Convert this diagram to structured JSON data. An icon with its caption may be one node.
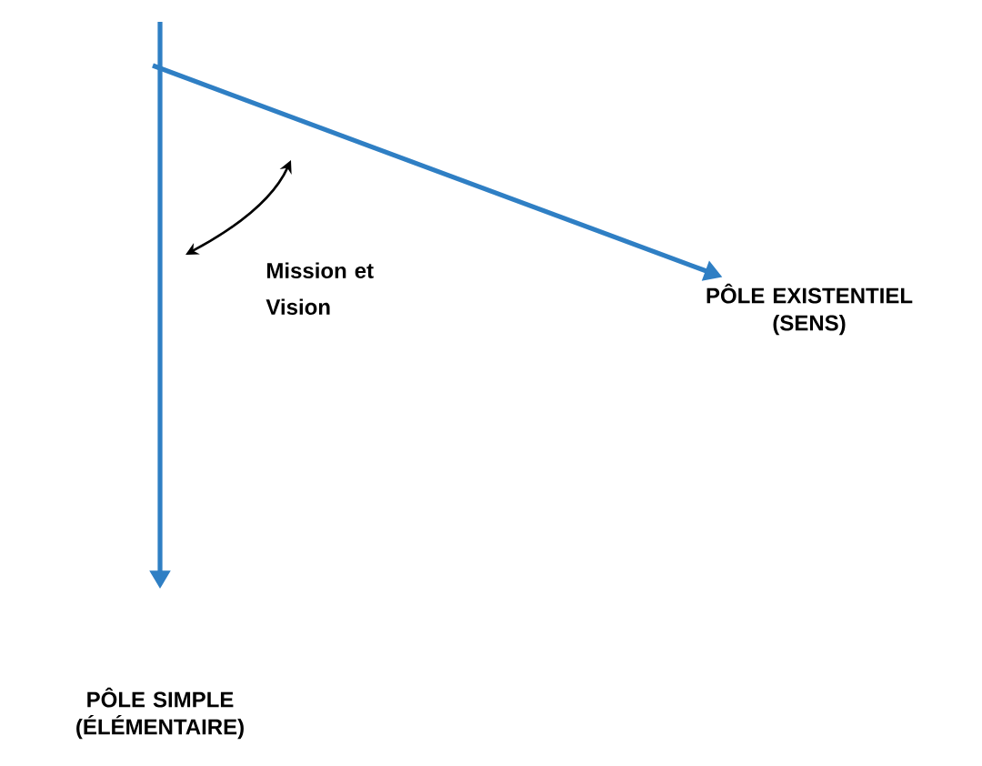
{
  "diagram": {
    "nodes": [
      {
        "text": [
          "PÔLE EXISTENTIEL (SENS)"
        ]
      },
      {
        "text": [
          "PÔLE SIMPLE (ÉLÉMENTAIRE)"
        ]
      }
    ],
    "edges": [
      {
        "from": null,
        "to": 0,
        "arrow": "to"
      },
      {
        "from": null,
        "to": 1,
        "arrow": "to"
      }
    ],
    "labels": [
      "Mission et Vision"
    ]
  }
}
